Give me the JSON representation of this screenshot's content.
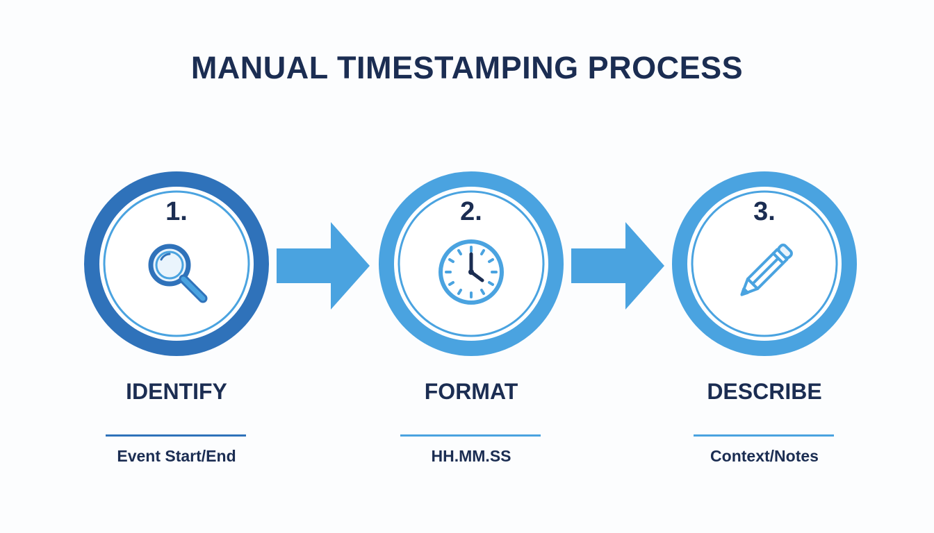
{
  "title": "MANUAL TIMESTAMPING PROCESS",
  "colors": {
    "heading": "#1b2d52",
    "ring_dark": "#2f72ba",
    "ring_light": "#4aa3e0",
    "arrow": "#4aa3e0"
  },
  "steps": [
    {
      "number": "1.",
      "icon": "magnifying-glass-icon",
      "label": "IDENTIFY",
      "detail": "Event Start/End"
    },
    {
      "number": "2.",
      "icon": "clock-icon",
      "label": "FORMAT",
      "detail": "HH.MM.SS"
    },
    {
      "number": "3.",
      "icon": "pencil-icon",
      "label": "DESCRIBE",
      "detail": "Context/Notes"
    }
  ]
}
